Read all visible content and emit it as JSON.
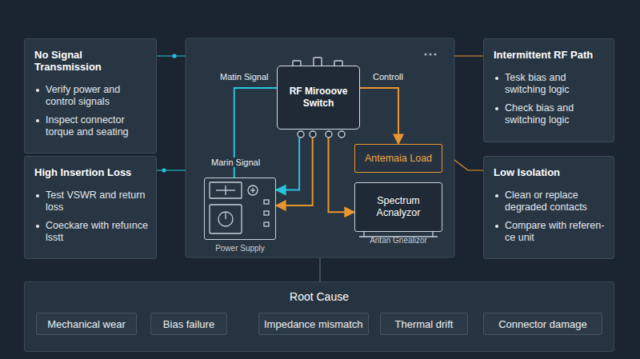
{
  "diagram": {
    "nodes": [
      {
        "text": [
          "No Signal Transmission",
          "Verify power and control signals",
          "Inspect connector torque and seating"
        ]
      },
      {
        "text": [
          "High Insertion Loss",
          "Test VSWR and return loss",
          "Coeckare with refuınce lsstt"
        ]
      },
      {
        "text": [
          "Intermittent RF Path",
          "Tesk bias and switching logic",
          "Check bias and switching logic"
        ]
      },
      {
        "text": [
          "Low Isolation",
          "Clean or replace degraded contacts",
          "Compare with referen- ce unit"
        ]
      },
      {
        "text": [
          "RF Mirooove Switch"
        ]
      },
      {
        "text": [
          "Power Supply"
        ]
      },
      {
        "text": [
          "Antemaia Load"
        ]
      },
      {
        "text": [
          "Spectrum Acnalyzor",
          "Antan Gnealizor"
        ]
      },
      {
        "text": [
          "Root Cause"
        ]
      },
      {
        "text": [
          "Mechanical wear"
        ],
        "in": 8
      },
      {
        "text": [
          "Bias failure"
        ],
        "in": 8
      },
      {
        "text": [
          "Impedance mismatch"
        ],
        "in": 8
      },
      {
        "text": [
          "Thermal drift"
        ],
        "in": 8
      },
      {
        "text": [
          "Connector damage"
        ],
        "in": 8
      }
    ],
    "edges": [
      {
        "from": 4,
        "to": 5,
        "arrow": "none"
      },
      {
        "from": 4,
        "to": 5,
        "arrow": "to"
      },
      {
        "from": 4,
        "to": 5,
        "arrow": "to"
      },
      {
        "from": 4,
        "to": 6,
        "arrow": "to"
      },
      {
        "from": 4,
        "to": 7,
        "arrow": "to"
      }
    ],
    "labels": [
      "Matin Signal",
      "Controll",
      "Marin Signal"
    ]
  }
}
